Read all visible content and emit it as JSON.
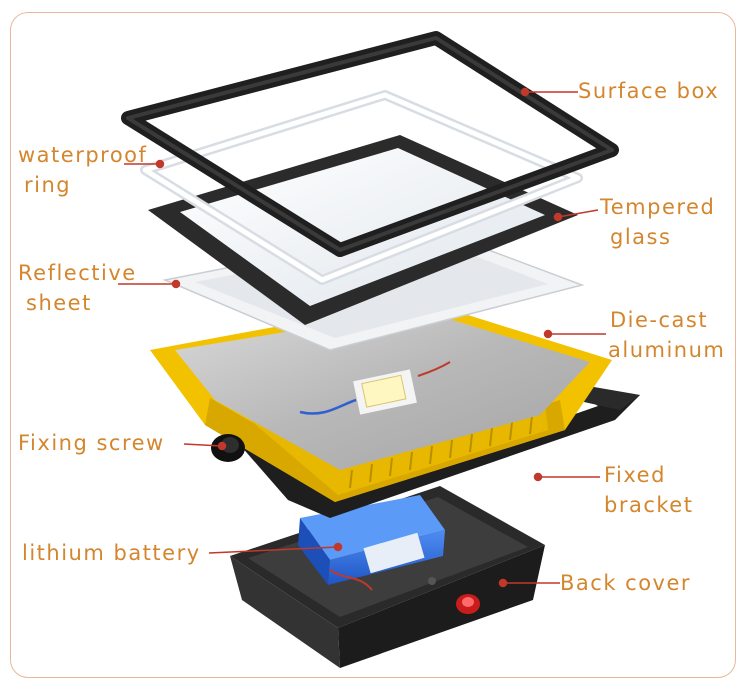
{
  "labels": {
    "surface_box": "Surface box",
    "waterproof_ring_1": "waterproof",
    "waterproof_ring_2": "ring",
    "tempered_glass_1": "Tempered",
    "tempered_glass_2": "glass",
    "reflective_sheet_1": "Reflective",
    "reflective_sheet_2": "sheet",
    "die_cast_aluminum_1": "Die-cast",
    "die_cast_aluminum_2": "aluminum",
    "fixing_screw": "Fixing screw",
    "fixed_bracket_1": "Fixed",
    "fixed_bracket_2": "bracket",
    "lithium_battery": "lithium battery",
    "back_cover": "Back cover"
  },
  "colors": {
    "label_text": "#d4862e",
    "leader_line": "#c0392b",
    "frame_border": "#e9b89a",
    "housing_yellow": "#f2c200",
    "battery_blue": "#2f6fe0"
  }
}
